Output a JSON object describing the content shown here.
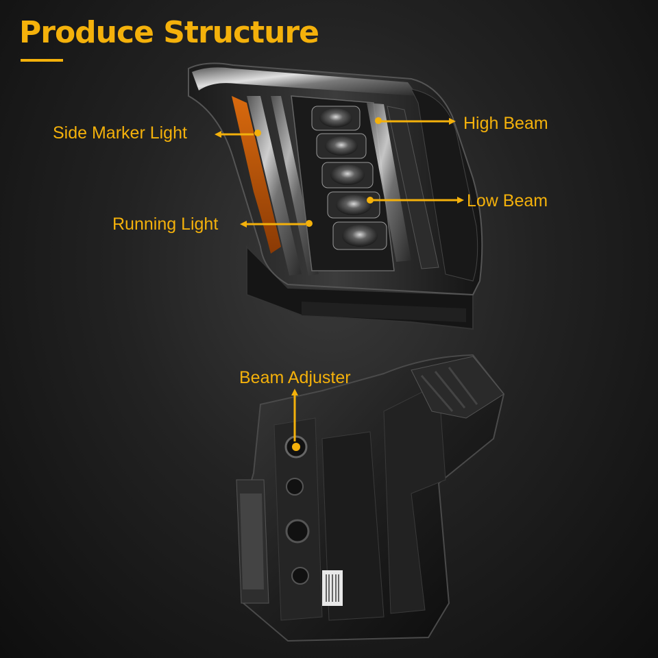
{
  "title": "Produce Structure",
  "accent_color": "#f4b10b",
  "callouts": {
    "side_marker_light": "Side Marker Light",
    "high_beam": "High Beam",
    "low_beam": "Low Beam",
    "running_light": "Running Light",
    "beam_adjuster": "Beam Adjuster"
  },
  "images": {
    "front": "headlight-front-view",
    "rear": "headlight-rear-housing-view"
  }
}
